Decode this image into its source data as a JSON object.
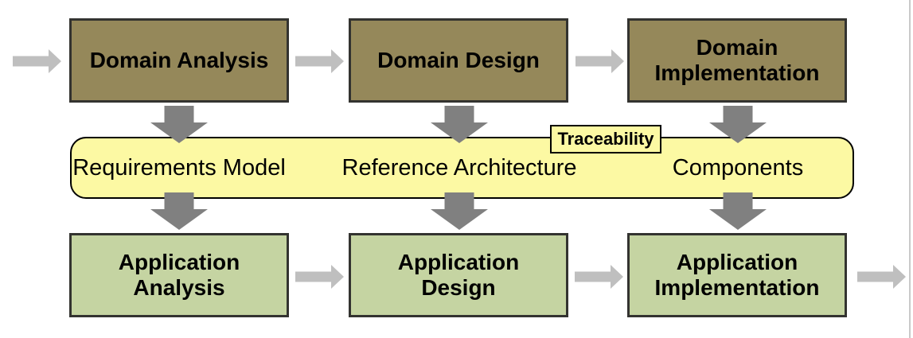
{
  "colors": {
    "domain_box_fill": "#95885a",
    "application_box_fill": "#c5d4a2",
    "artifact_band_fill": "#fcf9a3",
    "box_border": "#333330",
    "band_border": "#000000",
    "flow_arrow": "#bfbfbf",
    "mapping_arrow": "#808080",
    "page_edge_line": "#c9c9c9"
  },
  "icons": {
    "flow_arrow": "right-arrow",
    "mapping_arrow": "down-arrow"
  },
  "top_row": {
    "boxes": [
      {
        "label": "Domain Analysis"
      },
      {
        "label": "Domain Design"
      },
      {
        "label": "Domain Implementation"
      }
    ]
  },
  "band": {
    "tag_label": "Traceability",
    "items": [
      {
        "label": "Requirements Model"
      },
      {
        "label": "Reference Architecture"
      },
      {
        "label": "Components"
      }
    ]
  },
  "bottom_row": {
    "boxes": [
      {
        "label": "Application Analysis"
      },
      {
        "label": "Application Design"
      },
      {
        "label": "Application Implementation"
      }
    ]
  }
}
